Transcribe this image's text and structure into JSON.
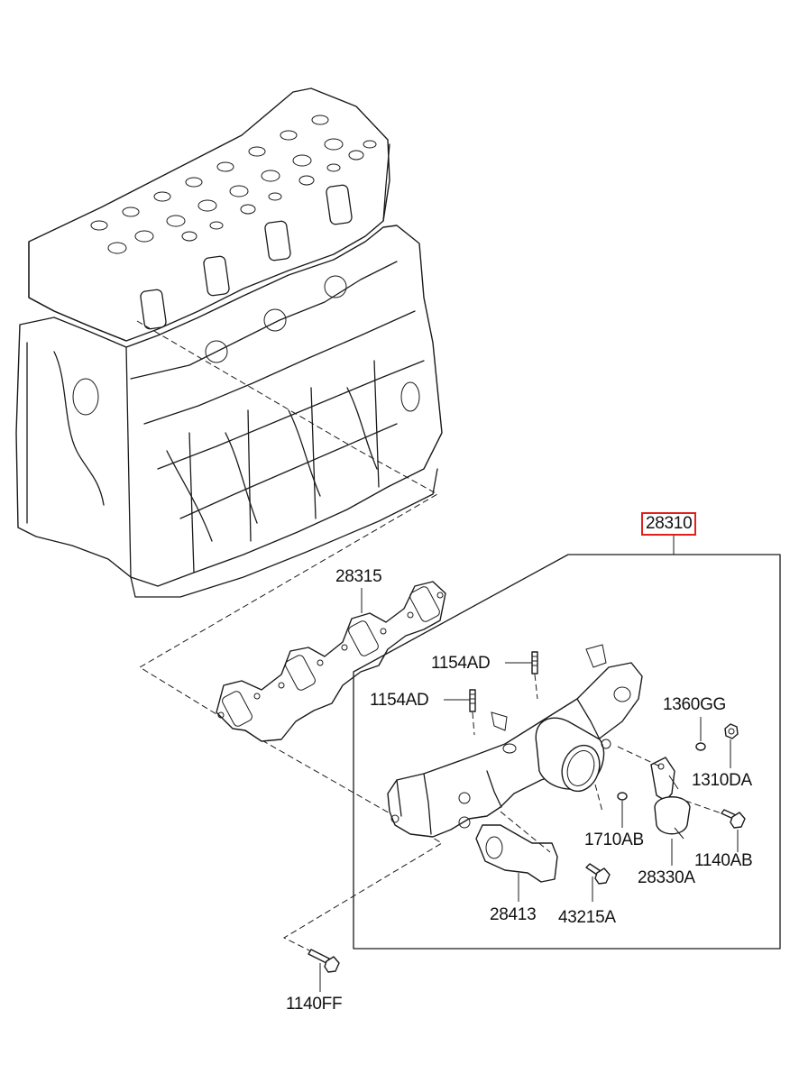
{
  "diagram": {
    "highlight_color": "#e0201c",
    "labels": {
      "part_28310": "28310",
      "part_28315": "28315",
      "part_1154AD_upper": "1154AD",
      "part_1154AD_lower": "1154AD",
      "part_1360GG": "1360GG",
      "part_1310DA": "1310DA",
      "part_1710AB": "1710AB",
      "part_1140AB": "1140AB",
      "part_28330A": "28330A",
      "part_28413": "28413",
      "part_43215A": "43215A",
      "part_1140FF": "1140FF"
    }
  }
}
